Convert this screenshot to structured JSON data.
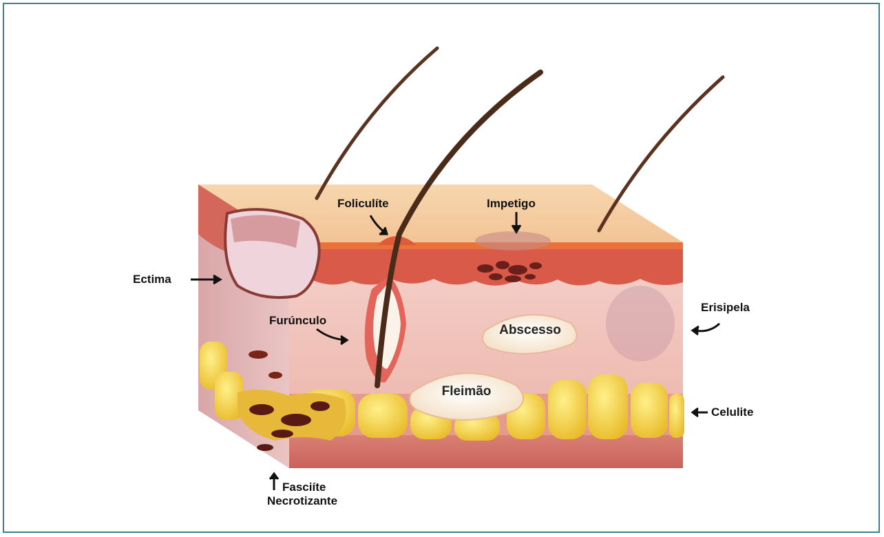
{
  "labels": {
    "foliculite": "Foliculíte",
    "impetigo": "Impetigo",
    "ectima": "Ectima",
    "erisipela": "Erisipela",
    "furunculo": "Furúnculo",
    "abscesso": "Abscesso",
    "fleimao": "Fleimão",
    "celulite": "Celulite",
    "fasciite_line1": "Fasciíte",
    "fasciite_line2": "Necrotizante"
  },
  "colors": {
    "frame_border": "#3f7f95",
    "epidermis_top": "#f6cfa4",
    "dermis": "#f3c8c0",
    "fat": "#f2cf45",
    "muscle": "#d9766c",
    "hair": "#4a2a18"
  }
}
